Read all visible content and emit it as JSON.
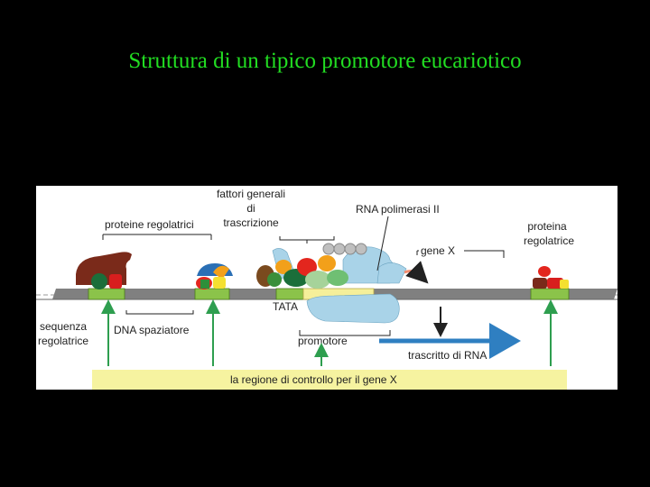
{
  "slide": {
    "title": "Struttura di un tipico promotore eucariotico"
  },
  "diagram": {
    "labels": {
      "general_factors_line1": "fattori generali",
      "general_factors_line2": "di",
      "general_factors_line3": "trascrizione",
      "rna_pol": "RNA polimerasi II",
      "reg_proteins": "proteine regolatrici",
      "reg_protein_line1": "proteina",
      "reg_protein_line2": "regolatrice",
      "gene_x": "gene X",
      "reg_seq_line1": "sequenza",
      "reg_seq_line2": "regolatrice",
      "spacer_dna": "DNA spaziatore",
      "tata": "TATA",
      "promoter": "promotore",
      "transcript": "trascritto di RNA",
      "control_region": "la regione di controllo per il gene X"
    },
    "colors": {
      "dna": "#808080",
      "reg_site": "#8bc34a",
      "promoter_box": "#f5ef9a",
      "region_bar": "#f6f3a0",
      "polymerase": "#a9d3e8",
      "arrow_green": "#2e9e4f",
      "arrow_transcript": "#2f7fc1",
      "label_text": "#222222"
    }
  }
}
